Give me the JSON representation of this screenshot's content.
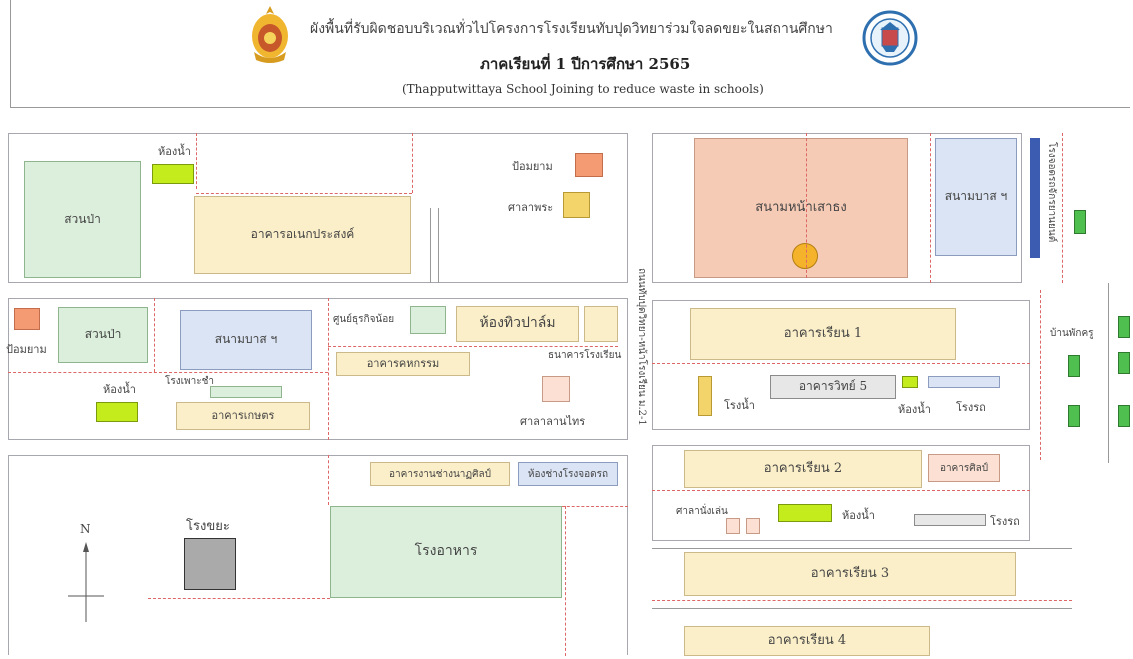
{
  "header": {
    "title": "ผังพื้นที่รับผิดชอบบริเวณทั่วไปโครงการโรงเรียนทับปุดวิทยาร่วมใจลดขยะในสถานศึกษา",
    "subtitle": "ภาคเรียนที่ 1 ปีการศึกษา 2565",
    "english": "(Thapputwittaya School Joining to reduce waste in schools)"
  },
  "buildings": {
    "suan_pa_1": "สวนป่า",
    "hong_nam_1": "ห้องน้ำ",
    "akhan_anek": "อาคารอเนกประสงค์",
    "pom_yam_1": "ป้อมยาม",
    "sala_phra": "ศาลาพระ",
    "sanam_na_sao": "สนามหน้าเสาธง",
    "sanam_bas_1": "สนามบาส ฯ",
    "road_label": "ถนนทับปุดวิทยา-หน้าโรงเรียน ม.2-1",
    "pom_yam_2": "ป้อมยาม",
    "suan_pa_2": "สวนป่า",
    "sanam_bas_2": "สนามบาส ฯ",
    "soon": "ศูนย์ธุรกิจน้อย",
    "hong_thippa": "ห้องทิวปาล์ม",
    "thanakhan": "ธนาคารโรงเรียน",
    "akhan_khahakam": "อาคารคหกรรม",
    "rong_phao": "โรงเพาะชำ",
    "hong_nam_2": "ห้องน้ำ",
    "akhan_kaset": "อาคารเกษตร",
    "sala_thai": "ศาลาลานไทร",
    "akhan_rian_1": "อาคารเรียน 1",
    "ban_phak": "บ้านพักครู",
    "rong_nam": "โรงน้ำ",
    "akhan_wit": "อาคารวิทย์ 5",
    "hong_nam_3": "ห้องน้ำ",
    "rong_rot_1": "โรงรถ",
    "akhan_rian_2": "อาคารเรียน 2",
    "akhan_silp": "อาคารศิลป์",
    "akhan_chang": "อาคารงานช่างนาฏศิลป์",
    "hong_chang": "ห้องช่างโรงจอดรถ",
    "rong_kaya": "โรงขยะ",
    "rong_ahan": "โรงอาหาร",
    "sala_nang": "ศาลานั่งเล่น",
    "hong_nam_4": "ห้องน้ำ",
    "rong_rot_2": "โรงรถ",
    "akhan_rian_3": "อาคารเรียน 3",
    "akhan_rian_4": "อาคารเรียน 4",
    "vertical_sign": "โรงจอดรถจักรยานยนต์",
    "north": "N"
  }
}
